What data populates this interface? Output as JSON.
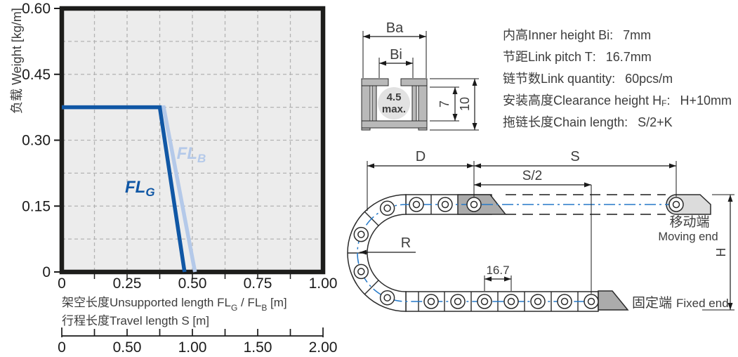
{
  "colors": {
    "accent_dark_blue": "#1057a5",
    "accent_light_blue": "#b4c9e9",
    "centerline_blue": "#2679c8",
    "plot_background": "#ececec"
  },
  "chart_data": {
    "type": "line",
    "title": "",
    "ylabel": "负载 Weight [kg/m]",
    "xlabel_parts": {
      "pre": "架空长度Unsupported length FL",
      "sub1": "G",
      "mid": " / FL",
      "sub2": "B",
      "post": " [m]"
    },
    "xlabel2": "行程长度Travel length S [m]",
    "xlim": [
      0,
      1
    ],
    "ylim": [
      0,
      0.6
    ],
    "grid": "on",
    "minor_grid_x": 0.125,
    "minor_grid_y": 0.075,
    "xticks": [
      {
        "v": 0,
        "label": "0"
      },
      {
        "v": 0.25,
        "label": "0.25"
      },
      {
        "v": 0.5,
        "label": "0.50"
      },
      {
        "v": 0.75,
        "label": "0.75"
      },
      {
        "v": 1,
        "label": "1.00"
      }
    ],
    "yticks": [
      {
        "v": 0.6,
        "label": "0.60"
      },
      {
        "v": 0.45,
        "label": "0.45"
      },
      {
        "v": 0.3,
        "label": "0.30"
      },
      {
        "v": 0.15,
        "label": "0.15"
      },
      {
        "v": 0,
        "label": "0"
      }
    ],
    "series": [
      {
        "name": "FLB",
        "label_main": "FL",
        "label_sub": "B",
        "color": "#b4c9e9",
        "points": [
          [
            0,
            0.375
          ],
          [
            0.39,
            0.375
          ],
          [
            0.51,
            0
          ]
        ],
        "label_x": 0.44,
        "label_y": 0.258
      },
      {
        "name": "FLG",
        "label_main": "FL",
        "label_sub": "G",
        "color": "#1057a5",
        "points": [
          [
            0,
            0.375
          ],
          [
            0.375,
            0.375
          ],
          [
            0.47,
            0
          ]
        ],
        "label_x": 0.242,
        "label_y": 0.181
      }
    ],
    "secondary_x_axis": {
      "range": [
        0,
        2
      ],
      "minor_step": 0.25,
      "ticks": [
        {
          "v": 0,
          "label": "0"
        },
        {
          "v": 0.5,
          "label": "0.50"
        },
        {
          "v": 1,
          "label": "1.00"
        },
        {
          "v": 1.5,
          "label": "1.50"
        },
        {
          "v": 2,
          "label": "2.00"
        }
      ]
    }
  },
  "specs": {
    "rows": [
      {
        "zh": "内高",
        "en": "Inner height Bi",
        "sub": "",
        "colon": ":",
        "value": "7mm"
      },
      {
        "zh": "节距",
        "en": "Link pitch T",
        "sub": "",
        "colon": ":",
        "value": "16.7mm"
      },
      {
        "zh": "链节数",
        "en": "Link quantity",
        "sub": "",
        "colon": ":",
        "value": "60pcs/m"
      },
      {
        "zh": "安装高度",
        "en": "Clearance height H",
        "sub": "F",
        "colon": ":",
        "value": "H+10mm"
      },
      {
        "zh": "拖链长度",
        "en": "Chain length",
        "sub": "",
        "colon": ":",
        "value": "S/2+K"
      }
    ]
  },
  "cross_section": {
    "outer_width_label": "Ba",
    "inner_width_label": "Bi",
    "max_dia_line1": "4.5",
    "max_dia_line2": "max.",
    "inner_height_label": "7",
    "outer_height_label": "10"
  },
  "chain_diagram": {
    "d_label": "D",
    "s_label": "S",
    "s_half_label": "S/2",
    "radius_label": "R",
    "pitch_label": "16.7",
    "h_label": "H",
    "moving_end_zh": "移动端",
    "moving_end_en": "Moving end",
    "fixed_end_zh": "固定端",
    "fixed_end_en": "Fixed end"
  }
}
